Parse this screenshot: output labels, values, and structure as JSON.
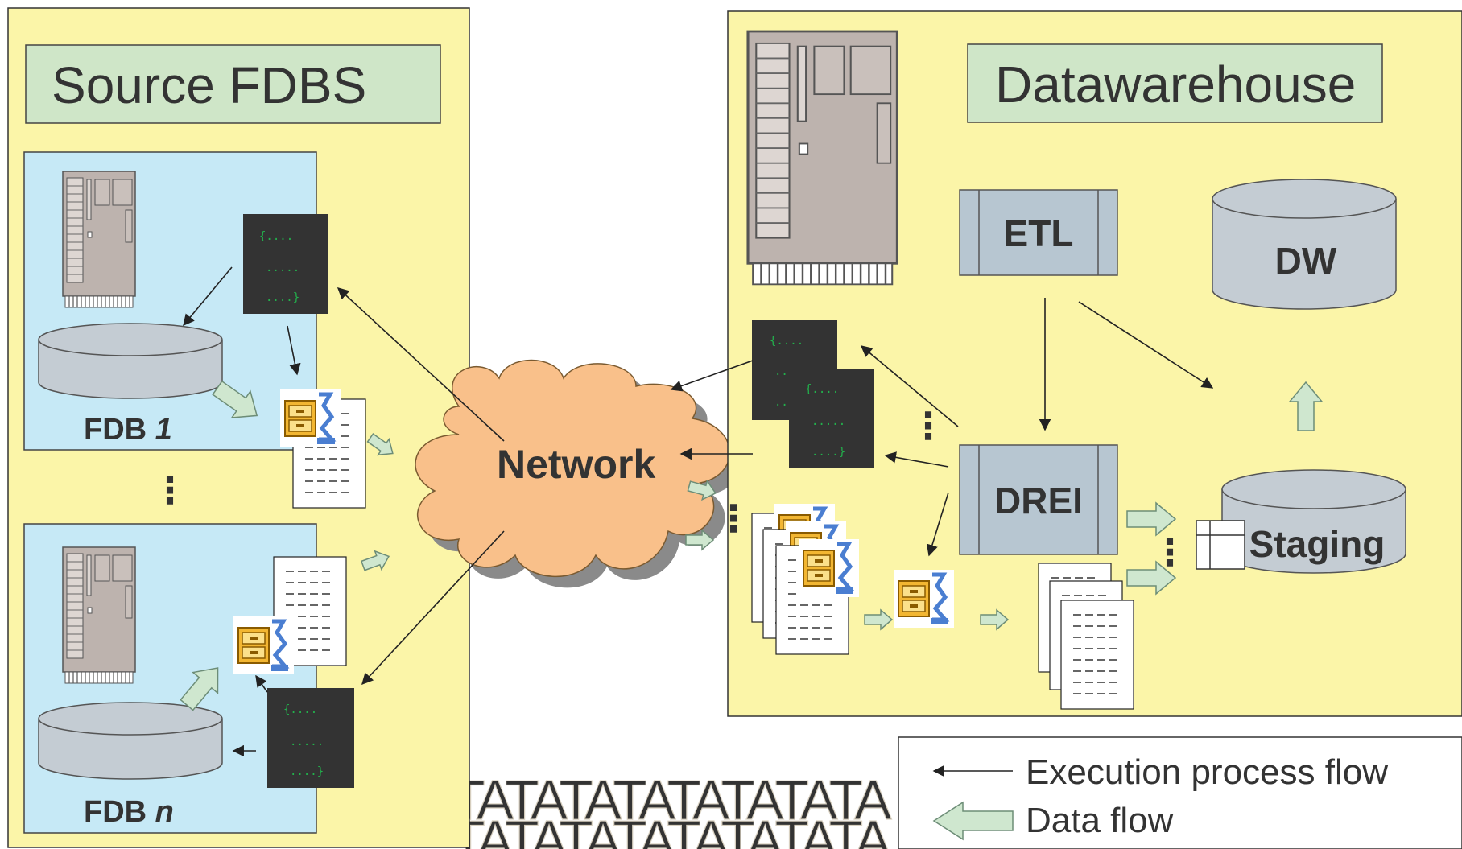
{
  "source_panel": {
    "title": "Source FDBS"
  },
  "dw_panel": {
    "title": "Datawarehouse"
  },
  "fdb1": {
    "label_prefix": "FDB ",
    "label_index": "1"
  },
  "fdbn": {
    "label_prefix": "FDB ",
    "label_index": "n"
  },
  "network": {
    "label": "Network"
  },
  "etl": {
    "label": "ETL"
  },
  "dw": {
    "label": "DW"
  },
  "drei": {
    "label": "DREI"
  },
  "staging": {
    "label": "Staging"
  },
  "code_snippet": {
    "line1": "{....",
    "line2": ".....",
    "line3": "....}"
  },
  "code_snippet_short": {
    "line1": "{....",
    "line2": "...",
    "line3": "..."
  },
  "ellipsis": "⋮",
  "legend": {
    "execution": "Execution process flow",
    "data": "Data flow"
  },
  "watermark": "TATATATATATATATA",
  "colors": {
    "panel_yellow": "#fbf5a8",
    "title_green": "#cfe6c8",
    "fdb_blue": "#c6e9f6",
    "db_gray": "#c4ccd3",
    "box_gray": "#b7c6d1",
    "network_orange": "#f9c08a",
    "arrow_green": "#cfe7cf",
    "server_gray": "#bdb3ae",
    "code_bg": "#333333",
    "code_green": "#22b14c"
  }
}
